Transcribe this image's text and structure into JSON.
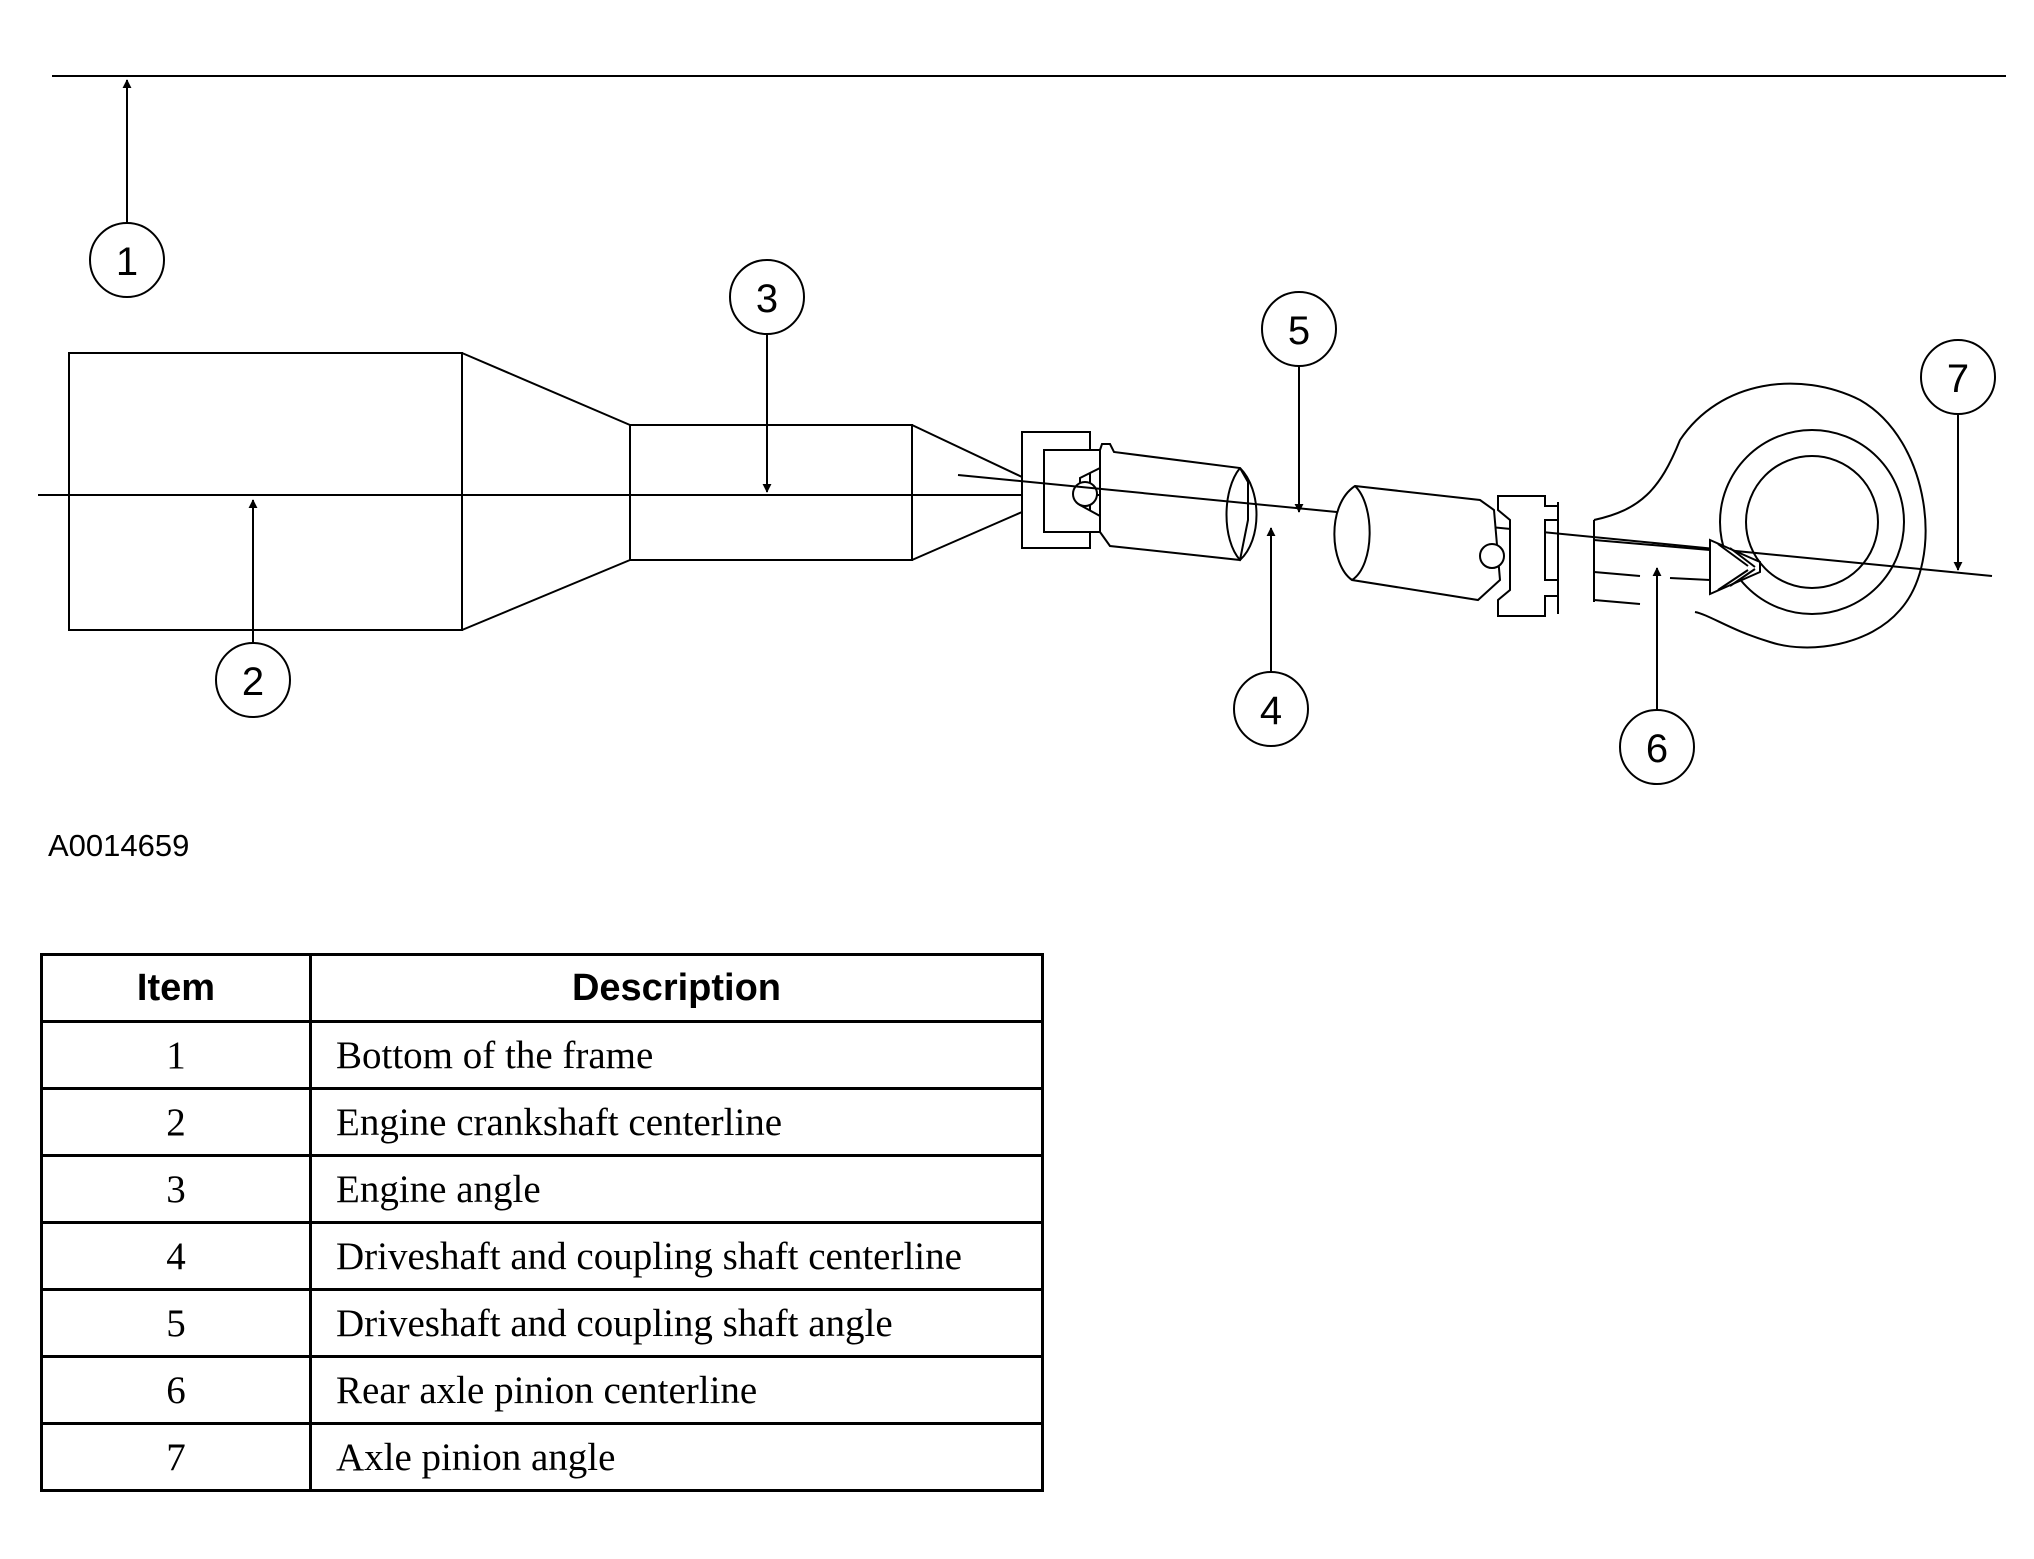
{
  "figure_id": "A0014659",
  "callouts": [
    {
      "number": "1"
    },
    {
      "number": "2"
    },
    {
      "number": "3"
    },
    {
      "number": "4"
    },
    {
      "number": "5"
    },
    {
      "number": "6"
    },
    {
      "number": "7"
    }
  ],
  "legend": {
    "headers": {
      "item": "Item",
      "description": "Description"
    },
    "rows": [
      {
        "item": "1",
        "description": "Bottom of the frame"
      },
      {
        "item": "2",
        "description": "Engine crankshaft centerline"
      },
      {
        "item": "3",
        "description": "Engine angle"
      },
      {
        "item": "4",
        "description": "Driveshaft and coupling shaft centerline"
      },
      {
        "item": "5",
        "description": "Driveshaft and coupling shaft angle"
      },
      {
        "item": "6",
        "description": "Rear axle pinion centerline"
      },
      {
        "item": "7",
        "description": "Axle pinion angle"
      }
    ]
  }
}
